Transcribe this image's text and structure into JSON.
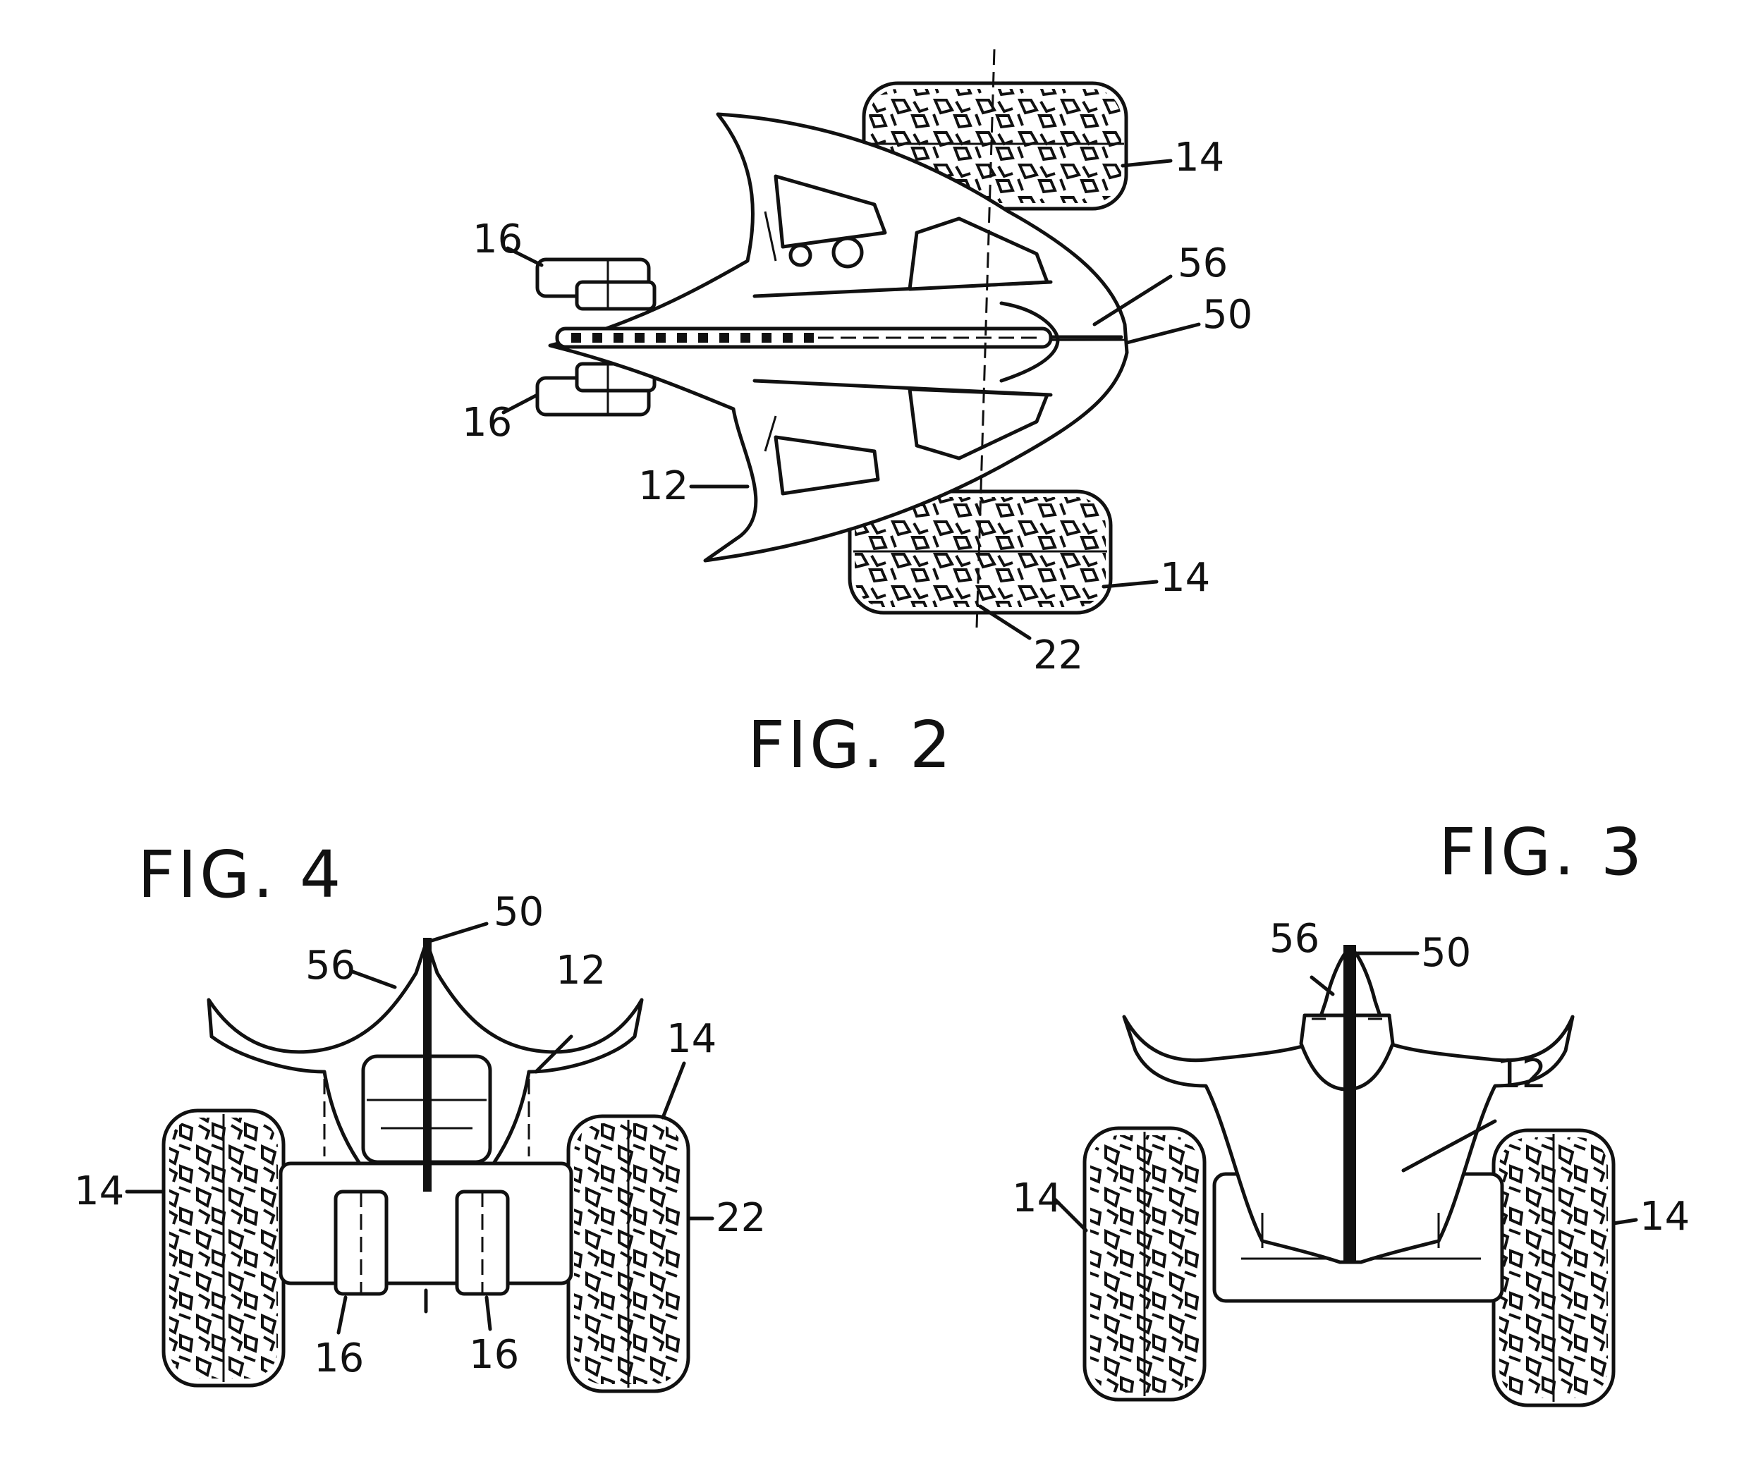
{
  "figures": {
    "fig2": {
      "caption": "FIG. 2",
      "labels": [
        "14",
        "16",
        "56",
        "50",
        "16",
        "12",
        "14",
        "22"
      ]
    },
    "fig4": {
      "caption": "FIG. 4",
      "labels": [
        "50",
        "56",
        "12",
        "14",
        "14",
        "22",
        "16",
        "16"
      ]
    },
    "fig3": {
      "caption": "FIG. 3",
      "labels": [
        "56",
        "50",
        "12",
        "14",
        "14"
      ]
    }
  },
  "icons": {
    "vehicle_top_view": "quad-vehicle-top-view-drawing",
    "vehicle_front_view": "quad-vehicle-front-view-drawing",
    "vehicle_rear_view": "quad-vehicle-rear-view-drawing"
  }
}
